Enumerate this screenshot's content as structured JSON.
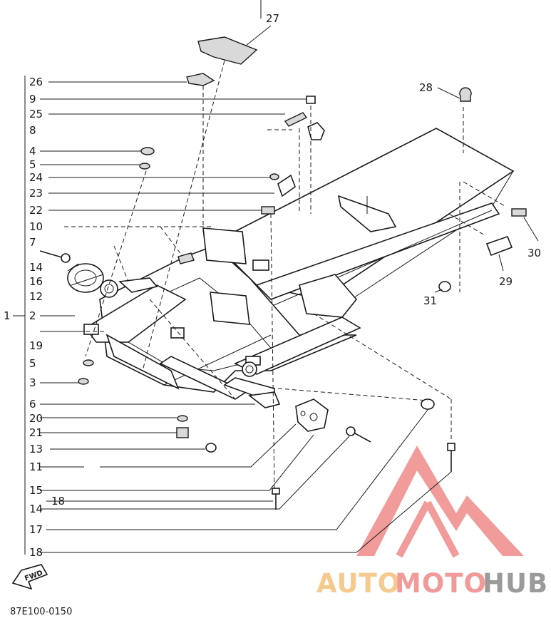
{
  "diagram": {
    "drawing_code": "87E100-0150",
    "fwd_label": "FWD",
    "callouts": {
      "c27": "27",
      "c26": "26",
      "c9": "9",
      "c25": "25",
      "c8": "8",
      "c4": "4",
      "c5a": "5",
      "c24": "24",
      "c23": "23",
      "c22": "22",
      "c10": "10",
      "c7": "7",
      "c14a": "14",
      "c16": "16",
      "c12": "12",
      "c1": "1",
      "c2": "2",
      "c19": "19",
      "c5b": "5",
      "c3": "3",
      "c6": "6",
      "c20": "20",
      "c21": "21",
      "c13": "13",
      "c11": "11",
      "c15": "15",
      "c18a": "18",
      "c14b": "14",
      "c17": "17",
      "c18b": "18",
      "c28": "28",
      "c30": "30",
      "c29": "29",
      "c31": "31"
    }
  },
  "watermark": {
    "part1": "AUTO",
    "part2": "MOTO",
    "part3": "HUB",
    "colors": {
      "auto": "#f6c98e",
      "moto": "#f29a9a",
      "hub": "#9a9a9a",
      "logo": "#f08a8a"
    }
  }
}
